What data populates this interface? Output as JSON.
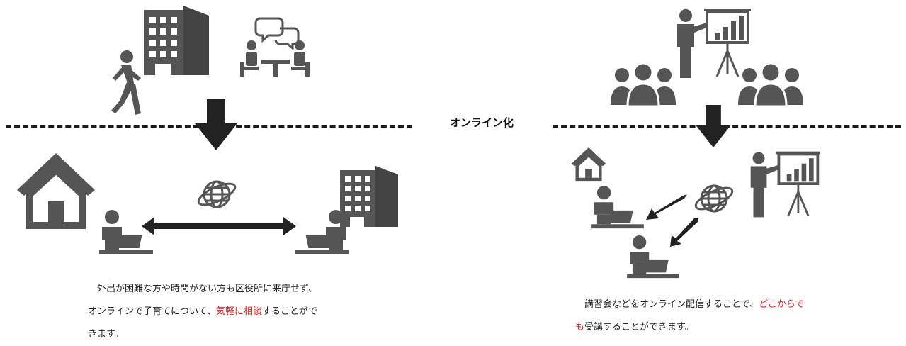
{
  "center_label": "オンライン化",
  "left_caption": {
    "line1": "外出が困難な方や時間がない方も区役所に来庁せず、",
    "line2_pre": "オンラインで子育てについて、",
    "line2_hl": "気軽に相談",
    "line2_post": "することがで",
    "line3": "きます。"
  },
  "right_caption": {
    "line1_pre": "講習会などをオンライン配信することで、",
    "line1_hl": "どこからで",
    "line2_hl": "も",
    "line2_post": "受講することができます。"
  },
  "colors": {
    "icon": "#555555",
    "arrow": "#222222",
    "highlight": "#e0201b"
  },
  "icons": [
    "walking-person-icon",
    "office-building-icon",
    "meeting-chat-icon",
    "house-icon",
    "globe-icon",
    "person-laptop-icon",
    "presenter-chart-icon",
    "audience-icon"
  ]
}
